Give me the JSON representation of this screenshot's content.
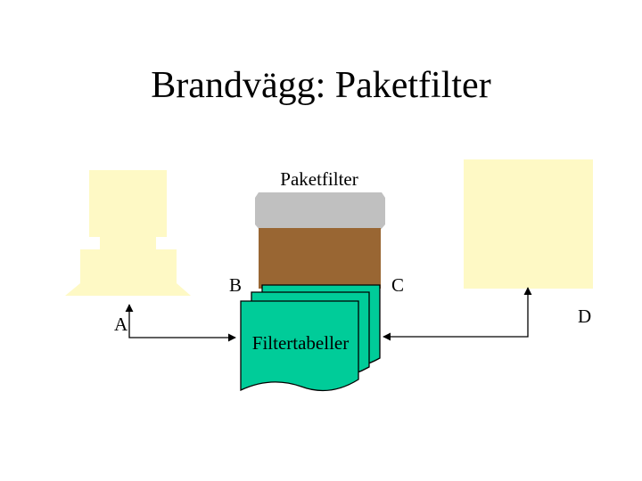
{
  "slide": {
    "title": "Brandvägg: Paketfilter"
  },
  "diagram": {
    "firewall_label": "Paketfilter",
    "filter_tables_label": "Filtertabeller",
    "point_labels": {
      "a": "A",
      "b": "B",
      "c": "C",
      "d": "D"
    }
  },
  "colors": {
    "host_fill": "#fef9c5",
    "firewall_top": "#c0c0c0",
    "firewall_body": "#996633",
    "filter_tables": "#00cc99",
    "line": "#000000"
  },
  "icons": {
    "left_host": "client-computer-icon",
    "right_host": "server-icon",
    "firewall": "firewall-box-icon",
    "tables": "document-stack-icon"
  }
}
